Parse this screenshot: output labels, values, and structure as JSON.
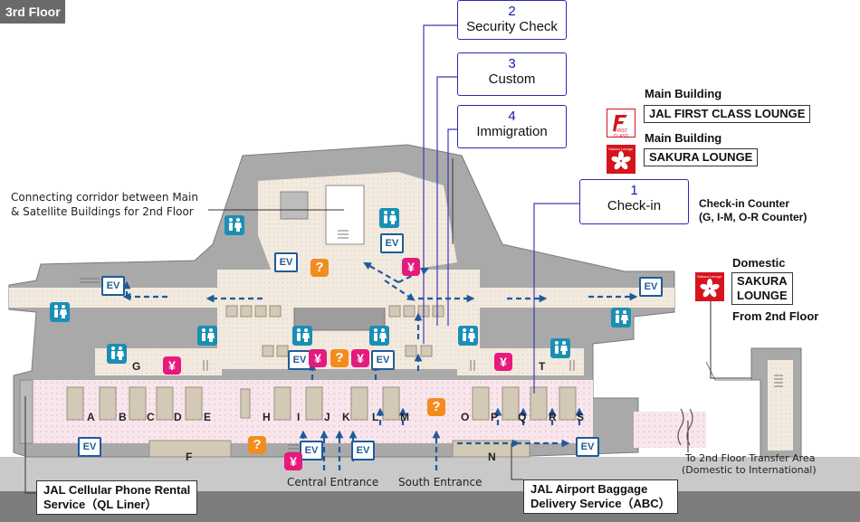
{
  "floor_label": "3rd Floor",
  "steps": [
    {
      "num": "2",
      "label": "Security Check"
    },
    {
      "num": "3",
      "label": "Custom"
    },
    {
      "num": "4",
      "label": "Immigration"
    },
    {
      "num": "1",
      "label": "Check-in"
    }
  ],
  "lounges": {
    "first_class_building": "Main Building",
    "first_class_name": "JAL FIRST CLASS LOUNGE",
    "first_class_logo_text": "FIRST CLASS",
    "sakura_building": "Main Building",
    "sakura_name": "SAKURA LOUNGE",
    "sakura_logo_text": "Sakura Lounge",
    "domestic_title": "Domestic",
    "domestic_name_1": "SAKURA",
    "domestic_name_2": "LOUNGE",
    "domestic_note": "From 2nd Floor"
  },
  "checkin_counter": {
    "line1": "Check-in Counter",
    "line2": "(G, I-M, O-R Counter)"
  },
  "corridor_note": {
    "line1": "Connecting corridor between Main",
    "line2": "& Satellite Buildings for 2nd Floor"
  },
  "entrances": {
    "central": "Central Entrance",
    "south": "South Entrance"
  },
  "transfer": {
    "line1": "To 2nd Floor Transfer Area",
    "line2": "(Domestic to International)"
  },
  "services": {
    "phone_line1": "JAL Cellular Phone Rental",
    "phone_line2": "Service（QL Liner）",
    "baggage_line1": "JAL Airport Baggage",
    "baggage_line2": "Delivery Service（ABC）"
  },
  "counters": [
    "A",
    "B",
    "C",
    "D",
    "E",
    "F",
    "G",
    "H",
    "I",
    "J",
    "K",
    "L",
    "M",
    "N",
    "O",
    "P",
    "Q",
    "R",
    "S",
    "T"
  ],
  "icon_text": {
    "elevator": "EV",
    "info": "?",
    "exchange": "¥"
  },
  "colors": {
    "wall": "#a9a9a9",
    "floor": "#f3ebe2",
    "hall": "#f8e8ee",
    "route": "#1f5a9a",
    "line": "#3b3bb8",
    "info": "#f28c1e",
    "exchange": "#e6197d",
    "toilet": "#1a8fb5",
    "lounge_red": "#d6141e"
  }
}
